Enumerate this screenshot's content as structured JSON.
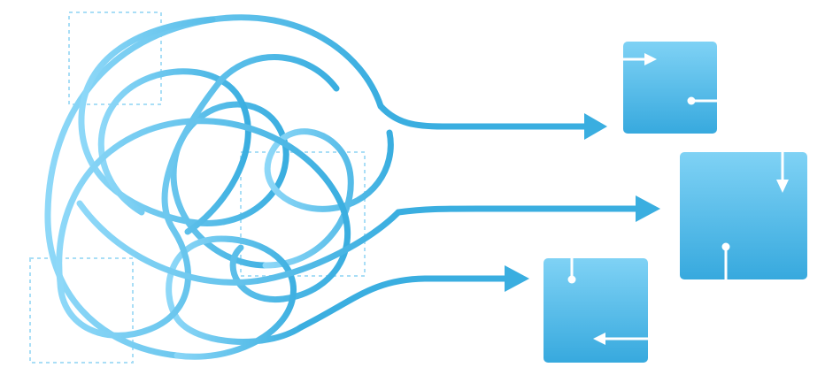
{
  "illustration": {
    "colors": {
      "line_light": "#8ed8f8",
      "line_dark": "#3aaee0",
      "box_top": "#7fd2f5",
      "box_bottom": "#37a9de",
      "dashed_outline": "#a9def6",
      "white_glyph": "#ffffff"
    },
    "tangle": {
      "loops": 7,
      "dashed_frames": 3
    },
    "outputs": [
      {
        "name": "output-box-top",
        "glyph": "right-arrow-and-pin-icon"
      },
      {
        "name": "output-box-middle",
        "glyph": "down-arrow-and-pin-icon"
      },
      {
        "name": "output-box-bottom",
        "glyph": "pin-and-left-arrow-icon"
      }
    ]
  }
}
